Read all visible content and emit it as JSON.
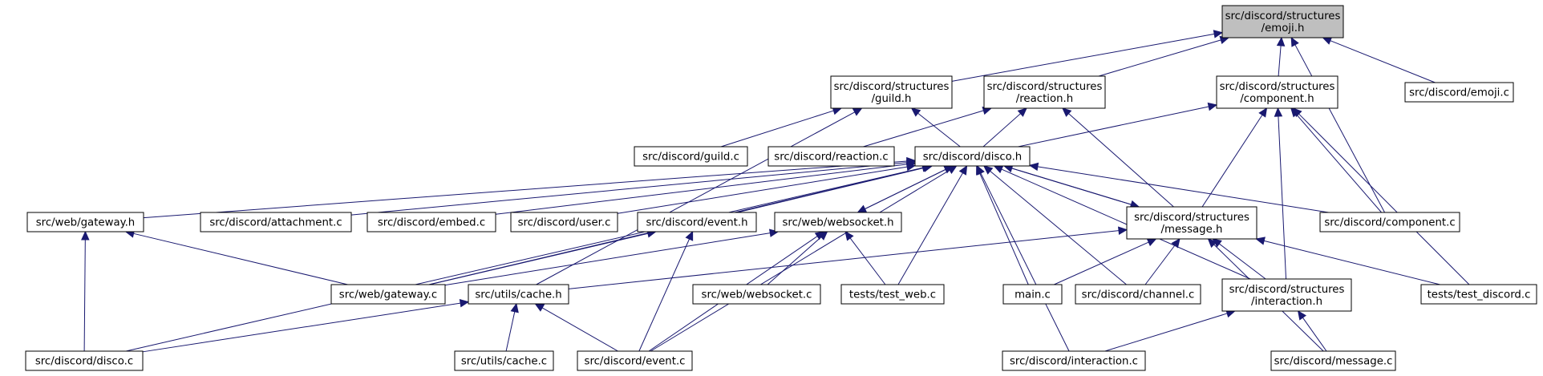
{
  "colors": {
    "edge": "#191970",
    "root_fill": "#bfbfbf",
    "node_fill": "#ffffff",
    "border": "#000000"
  },
  "nodes": {
    "emoji_h": {
      "lines": [
        "src/discord/structures",
        "/emoji.h"
      ]
    },
    "guild_h": {
      "lines": [
        "src/discord/structures",
        "/guild.h"
      ]
    },
    "reaction_h": {
      "lines": [
        "src/discord/structures",
        "/reaction.h"
      ]
    },
    "component_h": {
      "lines": [
        "src/discord/structures",
        "/component.h"
      ]
    },
    "emoji_c": {
      "lines": [
        "src/discord/emoji.c"
      ]
    },
    "guild_c": {
      "lines": [
        "src/discord/guild.c"
      ]
    },
    "reaction_c": {
      "lines": [
        "src/discord/reaction.c"
      ]
    },
    "disco_h": {
      "lines": [
        "src/discord/disco.h"
      ]
    },
    "gateway_h": {
      "lines": [
        "src/web/gateway.h"
      ]
    },
    "attachment_c": {
      "lines": [
        "src/discord/attachment.c"
      ]
    },
    "embed_c": {
      "lines": [
        "src/discord/embed.c"
      ]
    },
    "user_c": {
      "lines": [
        "src/discord/user.c"
      ]
    },
    "event_h": {
      "lines": [
        "src/discord/event.h"
      ]
    },
    "websocket_h": {
      "lines": [
        "src/web/websocket.h"
      ]
    },
    "message_h": {
      "lines": [
        "src/discord/structures",
        "/message.h"
      ]
    },
    "component_c": {
      "lines": [
        "src/discord/component.c"
      ]
    },
    "gateway_c": {
      "lines": [
        "src/web/gateway.c"
      ]
    },
    "cache_h": {
      "lines": [
        "src/utils/cache.h"
      ]
    },
    "websocket_c": {
      "lines": [
        "src/web/websocket.c"
      ]
    },
    "test_web": {
      "lines": [
        "tests/test_web.c"
      ]
    },
    "main_c": {
      "lines": [
        "main.c"
      ]
    },
    "channel_c": {
      "lines": [
        "src/discord/channel.c"
      ]
    },
    "interaction_h": {
      "lines": [
        "src/discord/structures",
        "/interaction.h"
      ]
    },
    "test_discord": {
      "lines": [
        "tests/test_discord.c"
      ]
    },
    "disco_c": {
      "lines": [
        "src/discord/disco.c"
      ]
    },
    "cache_c": {
      "lines": [
        "src/utils/cache.c"
      ]
    },
    "event_c": {
      "lines": [
        "src/discord/event.c"
      ]
    },
    "interaction_c": {
      "lines": [
        "src/discord/interaction.c"
      ]
    },
    "message_c": {
      "lines": [
        "src/discord/message.c"
      ]
    }
  },
  "edges": [
    {
      "from": "emoji_h",
      "to": "guild_h"
    },
    {
      "from": "emoji_h",
      "to": "reaction_h"
    },
    {
      "from": "emoji_h",
      "to": "component_h"
    },
    {
      "from": "emoji_h",
      "to": "emoji_c"
    },
    {
      "from": "emoji_h",
      "to": "component_c"
    },
    {
      "from": "guild_h",
      "to": "guild_c"
    },
    {
      "from": "guild_h",
      "to": "disco_h"
    },
    {
      "from": "guild_h",
      "to": "cache_h"
    },
    {
      "from": "reaction_h",
      "to": "reaction_c"
    },
    {
      "from": "reaction_h",
      "to": "disco_h"
    },
    {
      "from": "reaction_h",
      "to": "message_h"
    },
    {
      "from": "component_h",
      "to": "disco_h"
    },
    {
      "from": "component_h",
      "to": "message_h"
    },
    {
      "from": "component_h",
      "to": "component_c"
    },
    {
      "from": "component_h",
      "to": "interaction_h"
    },
    {
      "from": "component_h",
      "to": "test_discord"
    },
    {
      "from": "disco_h",
      "to": "gateway_h"
    },
    {
      "from": "disco_h",
      "to": "attachment_c"
    },
    {
      "from": "disco_h",
      "to": "embed_c"
    },
    {
      "from": "disco_h",
      "to": "user_c"
    },
    {
      "from": "disco_h",
      "to": "event_h"
    },
    {
      "from": "disco_h",
      "to": "websocket_h"
    },
    {
      "from": "disco_h",
      "to": "message_h"
    },
    {
      "from": "disco_h",
      "to": "component_c"
    },
    {
      "from": "disco_h",
      "to": "disco_c"
    },
    {
      "from": "disco_h",
      "to": "test_web"
    },
    {
      "from": "disco_h",
      "to": "main_c"
    },
    {
      "from": "disco_h",
      "to": "channel_c"
    },
    {
      "from": "disco_h",
      "to": "interaction_h"
    },
    {
      "from": "disco_h",
      "to": "interaction_c"
    },
    {
      "from": "disco_h",
      "to": "gateway_c"
    },
    {
      "from": "disco_h",
      "to": "event_c"
    },
    {
      "from": "gateway_h",
      "to": "gateway_c"
    },
    {
      "from": "gateway_h",
      "to": "disco_c"
    },
    {
      "from": "event_h",
      "to": "gateway_c"
    },
    {
      "from": "event_h",
      "to": "event_c"
    },
    {
      "from": "websocket_h",
      "to": "gateway_c"
    },
    {
      "from": "websocket_h",
      "to": "websocket_c"
    },
    {
      "from": "websocket_h",
      "to": "test_web"
    },
    {
      "from": "websocket_h",
      "to": "event_c"
    },
    {
      "from": "websocket_h",
      "to": "disco_h"
    },
    {
      "from": "message_h",
      "to": "cache_h"
    },
    {
      "from": "message_h",
      "to": "main_c"
    },
    {
      "from": "message_h",
      "to": "channel_c"
    },
    {
      "from": "message_h",
      "to": "interaction_h"
    },
    {
      "from": "message_h",
      "to": "test_discord"
    },
    {
      "from": "message_h",
      "to": "message_c"
    },
    {
      "from": "message_h",
      "to": "disco_h"
    },
    {
      "from": "cache_h",
      "to": "disco_c"
    },
    {
      "from": "cache_h",
      "to": "cache_c"
    },
    {
      "from": "cache_h",
      "to": "event_c"
    },
    {
      "from": "interaction_h",
      "to": "interaction_c"
    },
    {
      "from": "interaction_h",
      "to": "message_c"
    }
  ]
}
